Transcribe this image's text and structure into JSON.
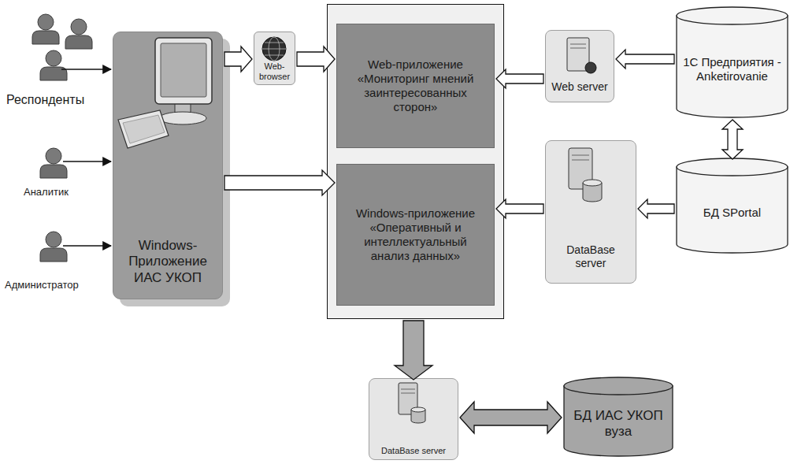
{
  "diagram": {
    "nodes": [
      {
        "text": [
          "Windows-Приложение ИАС УКОП"
        ]
      },
      {
        "text": [
          "Web-browser"
        ]
      },
      {
        "text": []
      },
      {
        "text": [
          "Web-приложение «Мониторинг мнений заинтересованных сторон»"
        ],
        "in": 2
      },
      {
        "text": [
          "Windows-приложение «Оперативный и интеллектуальный анализ данных»"
        ],
        "in": 2
      },
      {
        "text": [
          "Web server"
        ]
      },
      {
        "text": [
          "1С Предприятия - Anketirovanie"
        ]
      },
      {
        "text": [
          "DataBase server"
        ]
      },
      {
        "text": [
          "БД SPortal"
        ]
      },
      {
        "text": [
          "DataBase server"
        ]
      },
      {
        "text": [
          "БД ИАС УКОП вуза"
        ]
      }
    ],
    "edges": [
      {
        "from": 0,
        "to": 1,
        "arrow": "to"
      },
      {
        "from": 1,
        "to": 3,
        "arrow": "to"
      },
      {
        "from": 0,
        "to": 4,
        "arrow": "to"
      },
      {
        "from": 5,
        "to": 3,
        "arrow": "to"
      },
      {
        "from": 6,
        "to": 5,
        "arrow": "to"
      },
      {
        "from": 6,
        "to": 8,
        "arrow": "both"
      },
      {
        "from": 7,
        "to": 4,
        "arrow": "to"
      },
      {
        "from": 8,
        "to": 7,
        "arrow": "to"
      },
      {
        "from": 2,
        "to": 9,
        "arrow": "to"
      },
      {
        "from": 9,
        "to": 10,
        "arrow": "both"
      }
    ],
    "labels": [
      "Респонденты",
      "Аналитик",
      "Администратор"
    ]
  }
}
